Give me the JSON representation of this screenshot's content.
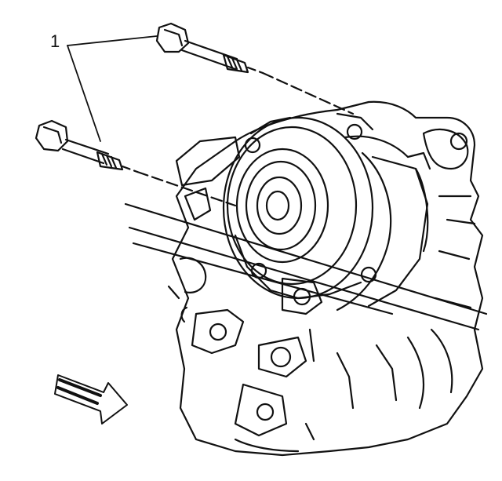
{
  "callouts": [
    {
      "label": "1"
    }
  ],
  "parts": [
    "bolt-upper",
    "bolt-lower",
    "hub-bearing-assembly",
    "steering-knuckle"
  ],
  "direction_indicator": "arrow-icon",
  "colors": {
    "ink": "#111111",
    "background": "#ffffff"
  }
}
